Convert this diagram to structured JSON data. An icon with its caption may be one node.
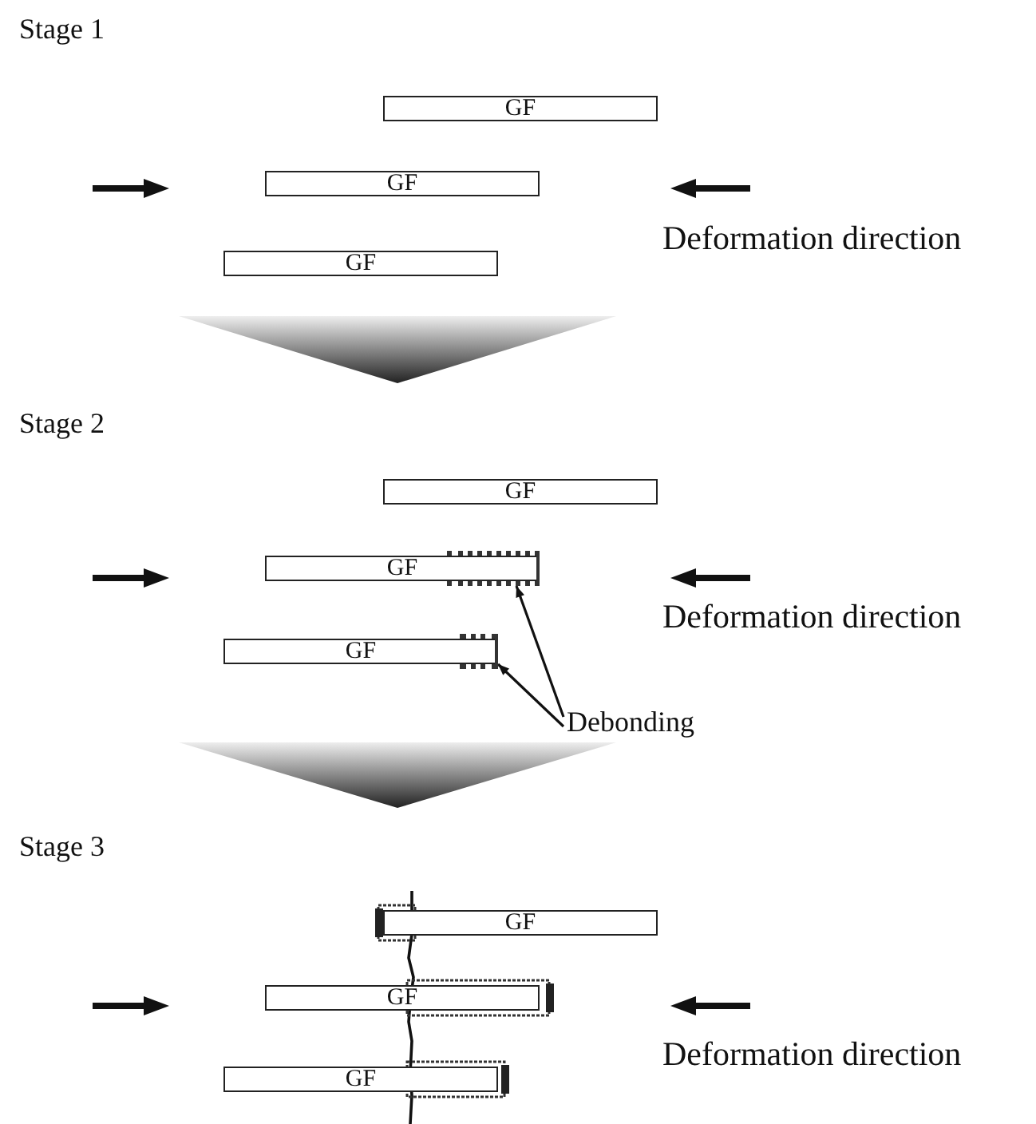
{
  "diagram": {
    "nodes": [
      {
        "text": [
          "GF"
        ]
      },
      {
        "text": [
          "GF"
        ]
      },
      {
        "text": [
          "GF"
        ]
      },
      {
        "text": [],
        "shape": "triangle"
      },
      {
        "text": [
          "GF"
        ]
      },
      {
        "text": [
          "GF"
        ]
      },
      {
        "text": [
          "GF"
        ]
      },
      {
        "text": [],
        "shape": "bar"
      },
      {
        "text": [],
        "shape": "bar"
      },
      {
        "text": [
          "Debonding"
        ]
      },
      {
        "text": [],
        "shape": "triangle"
      },
      {
        "text": [
          "GF"
        ]
      },
      {
        "text": [
          "GF"
        ]
      },
      {
        "text": [
          "GF"
        ]
      }
    ],
    "edges": [
      {
        "from": 9,
        "to": 7,
        "arrow": "to"
      },
      {
        "from": 9,
        "to": 8,
        "arrow": "to"
      }
    ],
    "labels": [
      "Stage 1",
      "Deformation direction",
      "Stage 2",
      "Deformation direction",
      "Stage 3",
      "Deformation direction"
    ]
  }
}
